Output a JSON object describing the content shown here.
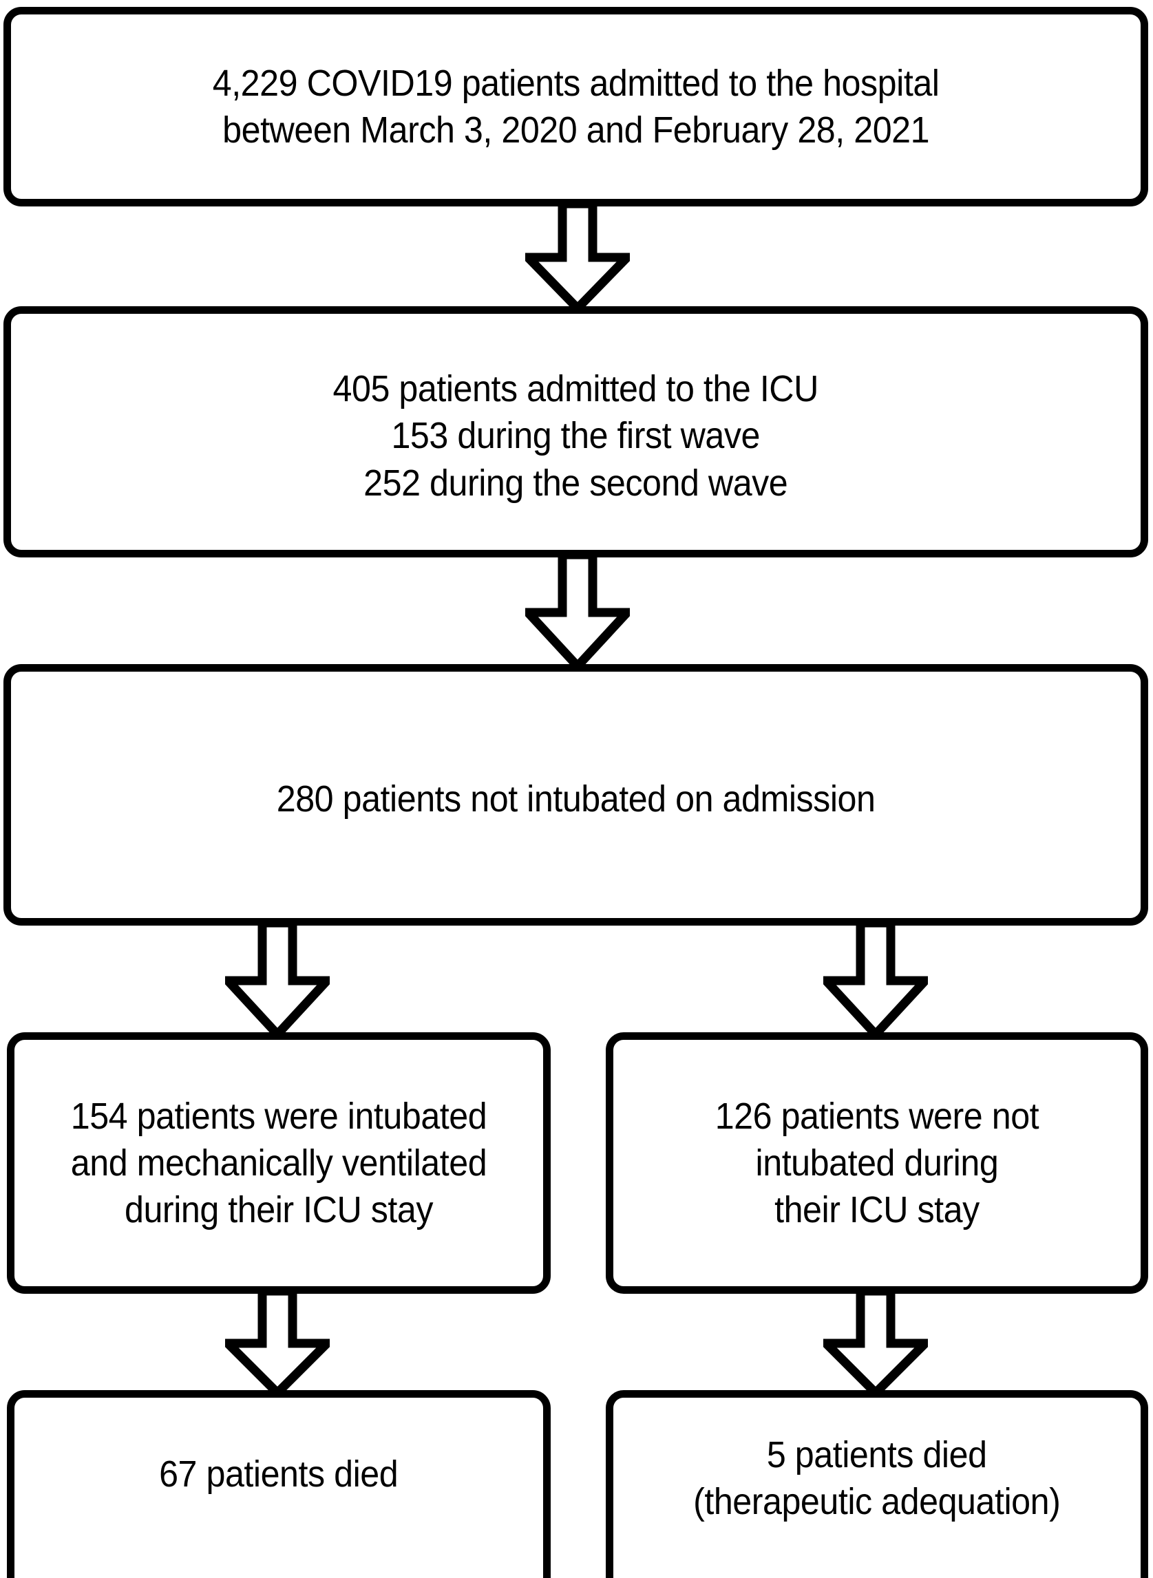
{
  "diagram": {
    "title": "COVID19 hospital and ICU patient flow",
    "stroke_color": "#000000",
    "fill_color": "#ffffff",
    "nodes": [
      {
        "id": "admitted",
        "name": "admitted-patients-box",
        "text": "4,229 COVID19 patients admitted to the hospital\nbetween March 3, 2020 and February 28, 2021",
        "count": 4229,
        "lines": [
          "4,229 COVID19 patients admitted to the hospital",
          "between March 3, 2020 and February 28, 2021"
        ]
      },
      {
        "id": "icu",
        "name": "icu-admissions-box",
        "text": "405 patients admitted to the ICU\n153 during the first wave\n252 during the second wave",
        "count": 405,
        "lines": [
          "405 patients admitted to the ICU",
          "153 during the first wave",
          "252 during the second wave"
        ]
      },
      {
        "id": "not-intubated-on-admission",
        "name": "not-intubated-on-admission-box",
        "text": "280 patients not intubated on admission",
        "count": 280,
        "lines": [
          "280 patients not intubated on admission"
        ]
      },
      {
        "id": "intubated",
        "name": "intubated-ventilated-box",
        "text": "154 patients were intubated\nand mechanically ventilated\nduring their ICU stay",
        "count": 154,
        "lines": [
          "154 patients were intubated",
          "and mechanically ventilated",
          "during their ICU stay"
        ]
      },
      {
        "id": "not-intubated",
        "name": "not-intubated-during-stay-box",
        "text": "126 patients were not\nintubated during\ntheir ICU stay",
        "count": 126,
        "lines": [
          "126 patients were not",
          "intubated during",
          "their ICU stay"
        ]
      },
      {
        "id": "died-intubated",
        "name": "deaths-intubated-box",
        "text": "67 patients died",
        "count": 67,
        "lines": [
          "67 patients died"
        ]
      },
      {
        "id": "died-not-intubated",
        "name": "deaths-not-intubated-box",
        "text": "5 patients died\n(therapeutic adequation)",
        "count": 5,
        "lines": [
          "5 patients died",
          "(therapeutic adequation)"
        ]
      }
    ],
    "connectors": [
      {
        "id": "c1",
        "icon": "down-block-arrow-icon",
        "from": "admitted",
        "to": "icu"
      },
      {
        "id": "c2",
        "icon": "down-block-arrow-icon",
        "from": "icu",
        "to": "not-intubated-on-admission"
      },
      {
        "id": "c3",
        "icon": "down-block-arrow-icon",
        "from": "not-intubated-on-admission",
        "to": "intubated"
      },
      {
        "id": "c4",
        "icon": "down-block-arrow-icon",
        "from": "not-intubated-on-admission",
        "to": "not-intubated"
      },
      {
        "id": "c5",
        "icon": "down-block-arrow-icon",
        "from": "intubated",
        "to": "died-intubated"
      },
      {
        "id": "c6",
        "icon": "down-block-arrow-icon",
        "from": "not-intubated",
        "to": "died-not-intubated"
      }
    ]
  }
}
